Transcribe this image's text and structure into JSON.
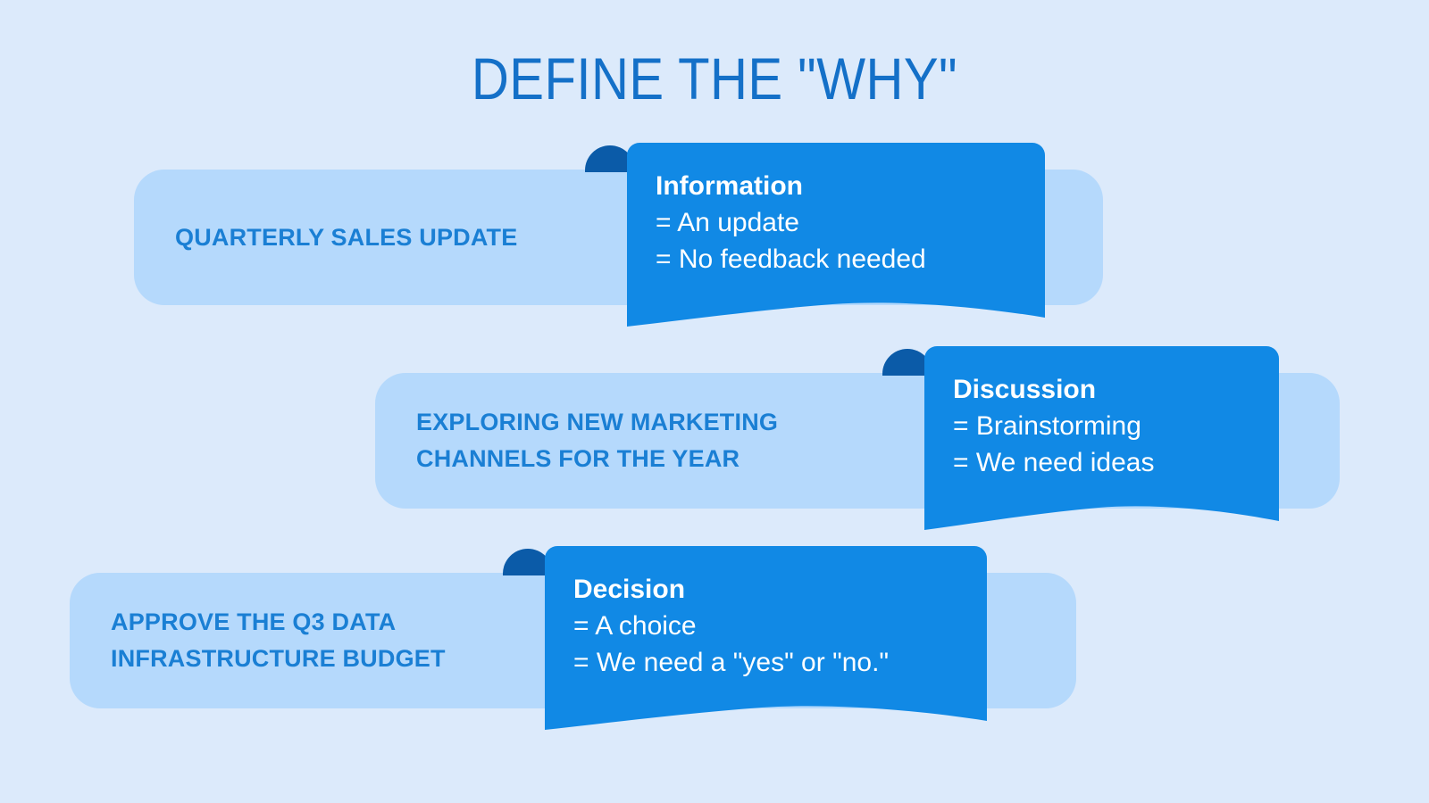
{
  "slide": {
    "title": "DEFINE THE \"WHY\"",
    "background_color": "#dceafb",
    "title_color": "#1470c8",
    "pill_color": "#b5d9fc",
    "pill_text_color": "#1a7fd4",
    "bubble_color": "#1189e5",
    "tab_color": "#0b5ba8",
    "bubble_text_color": "#ffffff"
  },
  "rows": [
    {
      "statement": "Quarterly Sales Update",
      "bubble": {
        "title": "Information",
        "lines": [
          "= An update",
          "= No feedback needed"
        ]
      }
    },
    {
      "statement": "Exploring New Marketing\nChannels For The Year",
      "bubble": {
        "title": "Discussion",
        "lines": [
          "= Brainstorming",
          "= We need ideas"
        ]
      }
    },
    {
      "statement": "Approve The Q3 Data\nInfrastructure Budget",
      "bubble": {
        "title": "Decision",
        "lines": [
          "= A choice",
          "= We need a \"yes\" or \"no.\""
        ]
      }
    }
  ]
}
